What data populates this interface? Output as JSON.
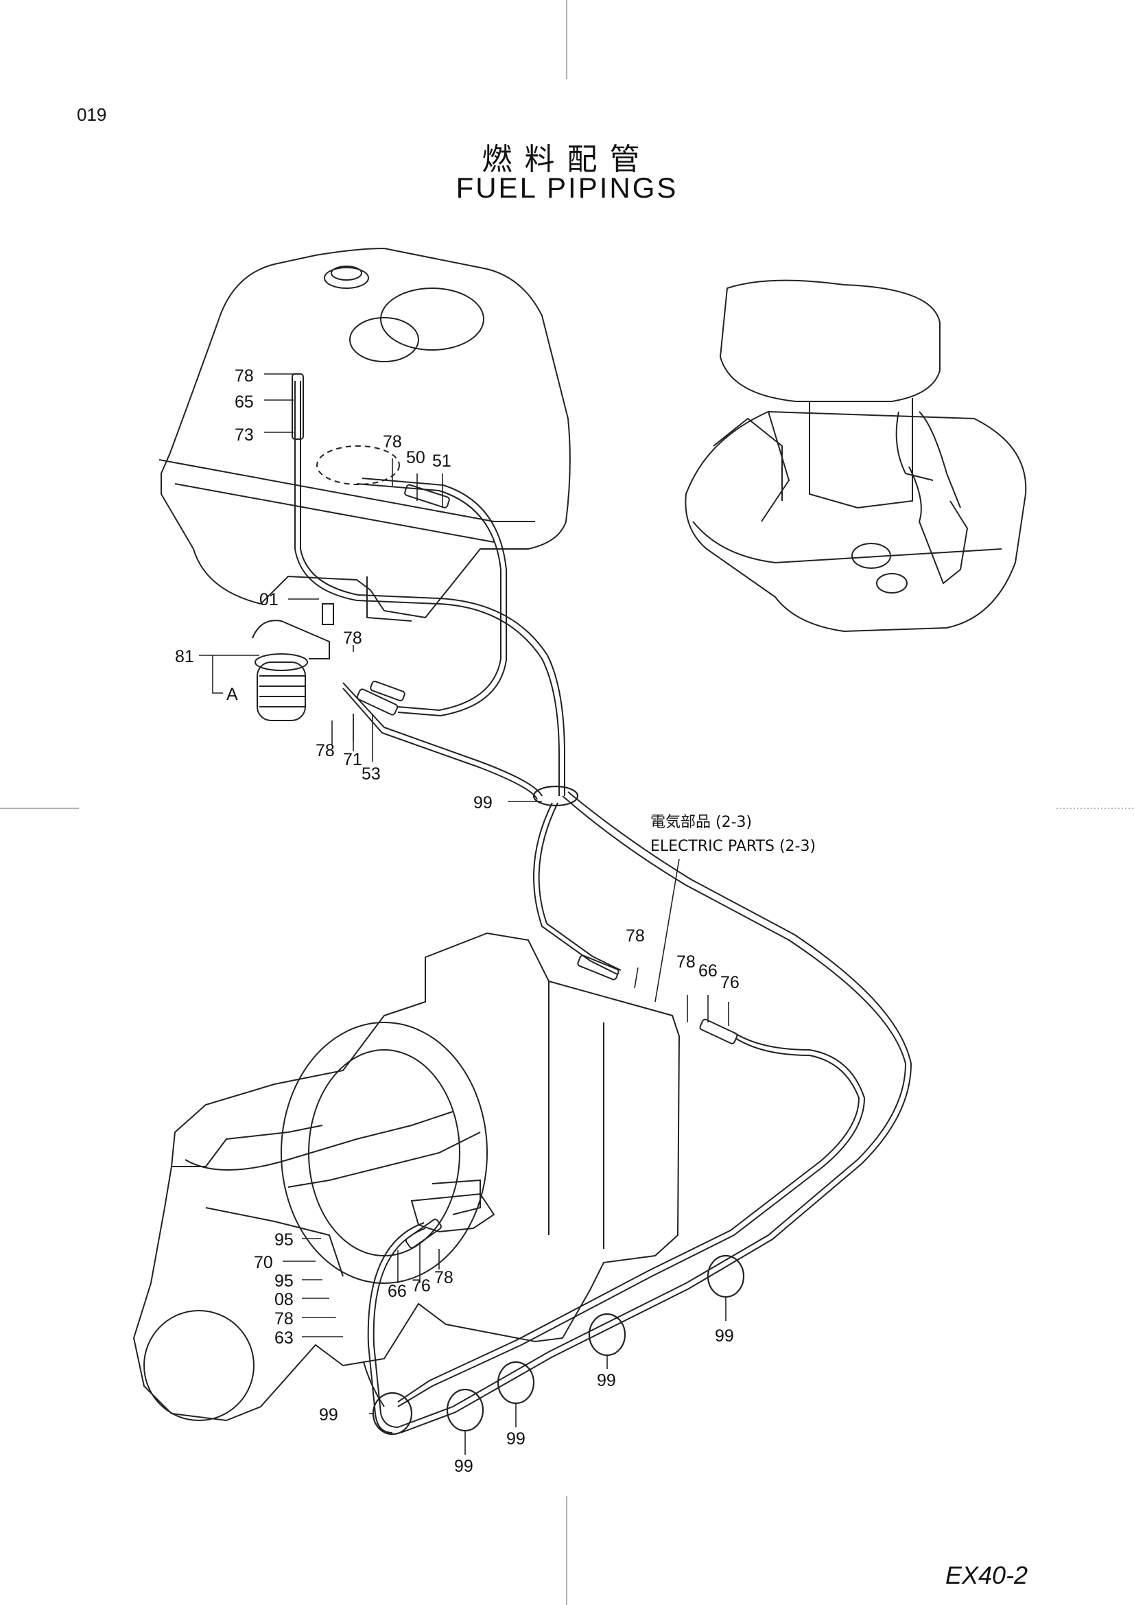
{
  "page_number": "019",
  "title_jp": "燃料配管",
  "title_en": "FUEL PIPINGS",
  "model": "EX40-2",
  "reference_note": {
    "jp": "電気部品 (2-3)",
    "en": "ELECTRIC PARTS (2-3)"
  },
  "callouts": [
    "78",
    "65",
    "73",
    "78",
    "50",
    "51",
    "01",
    "81",
    "A",
    "78",
    "78",
    "71",
    "53",
    "99",
    "78",
    "78",
    "66",
    "76",
    "95",
    "70",
    "95",
    "08",
    "78",
    "63",
    "66",
    "76",
    "78",
    "99",
    "99",
    "99",
    "99",
    "99"
  ]
}
